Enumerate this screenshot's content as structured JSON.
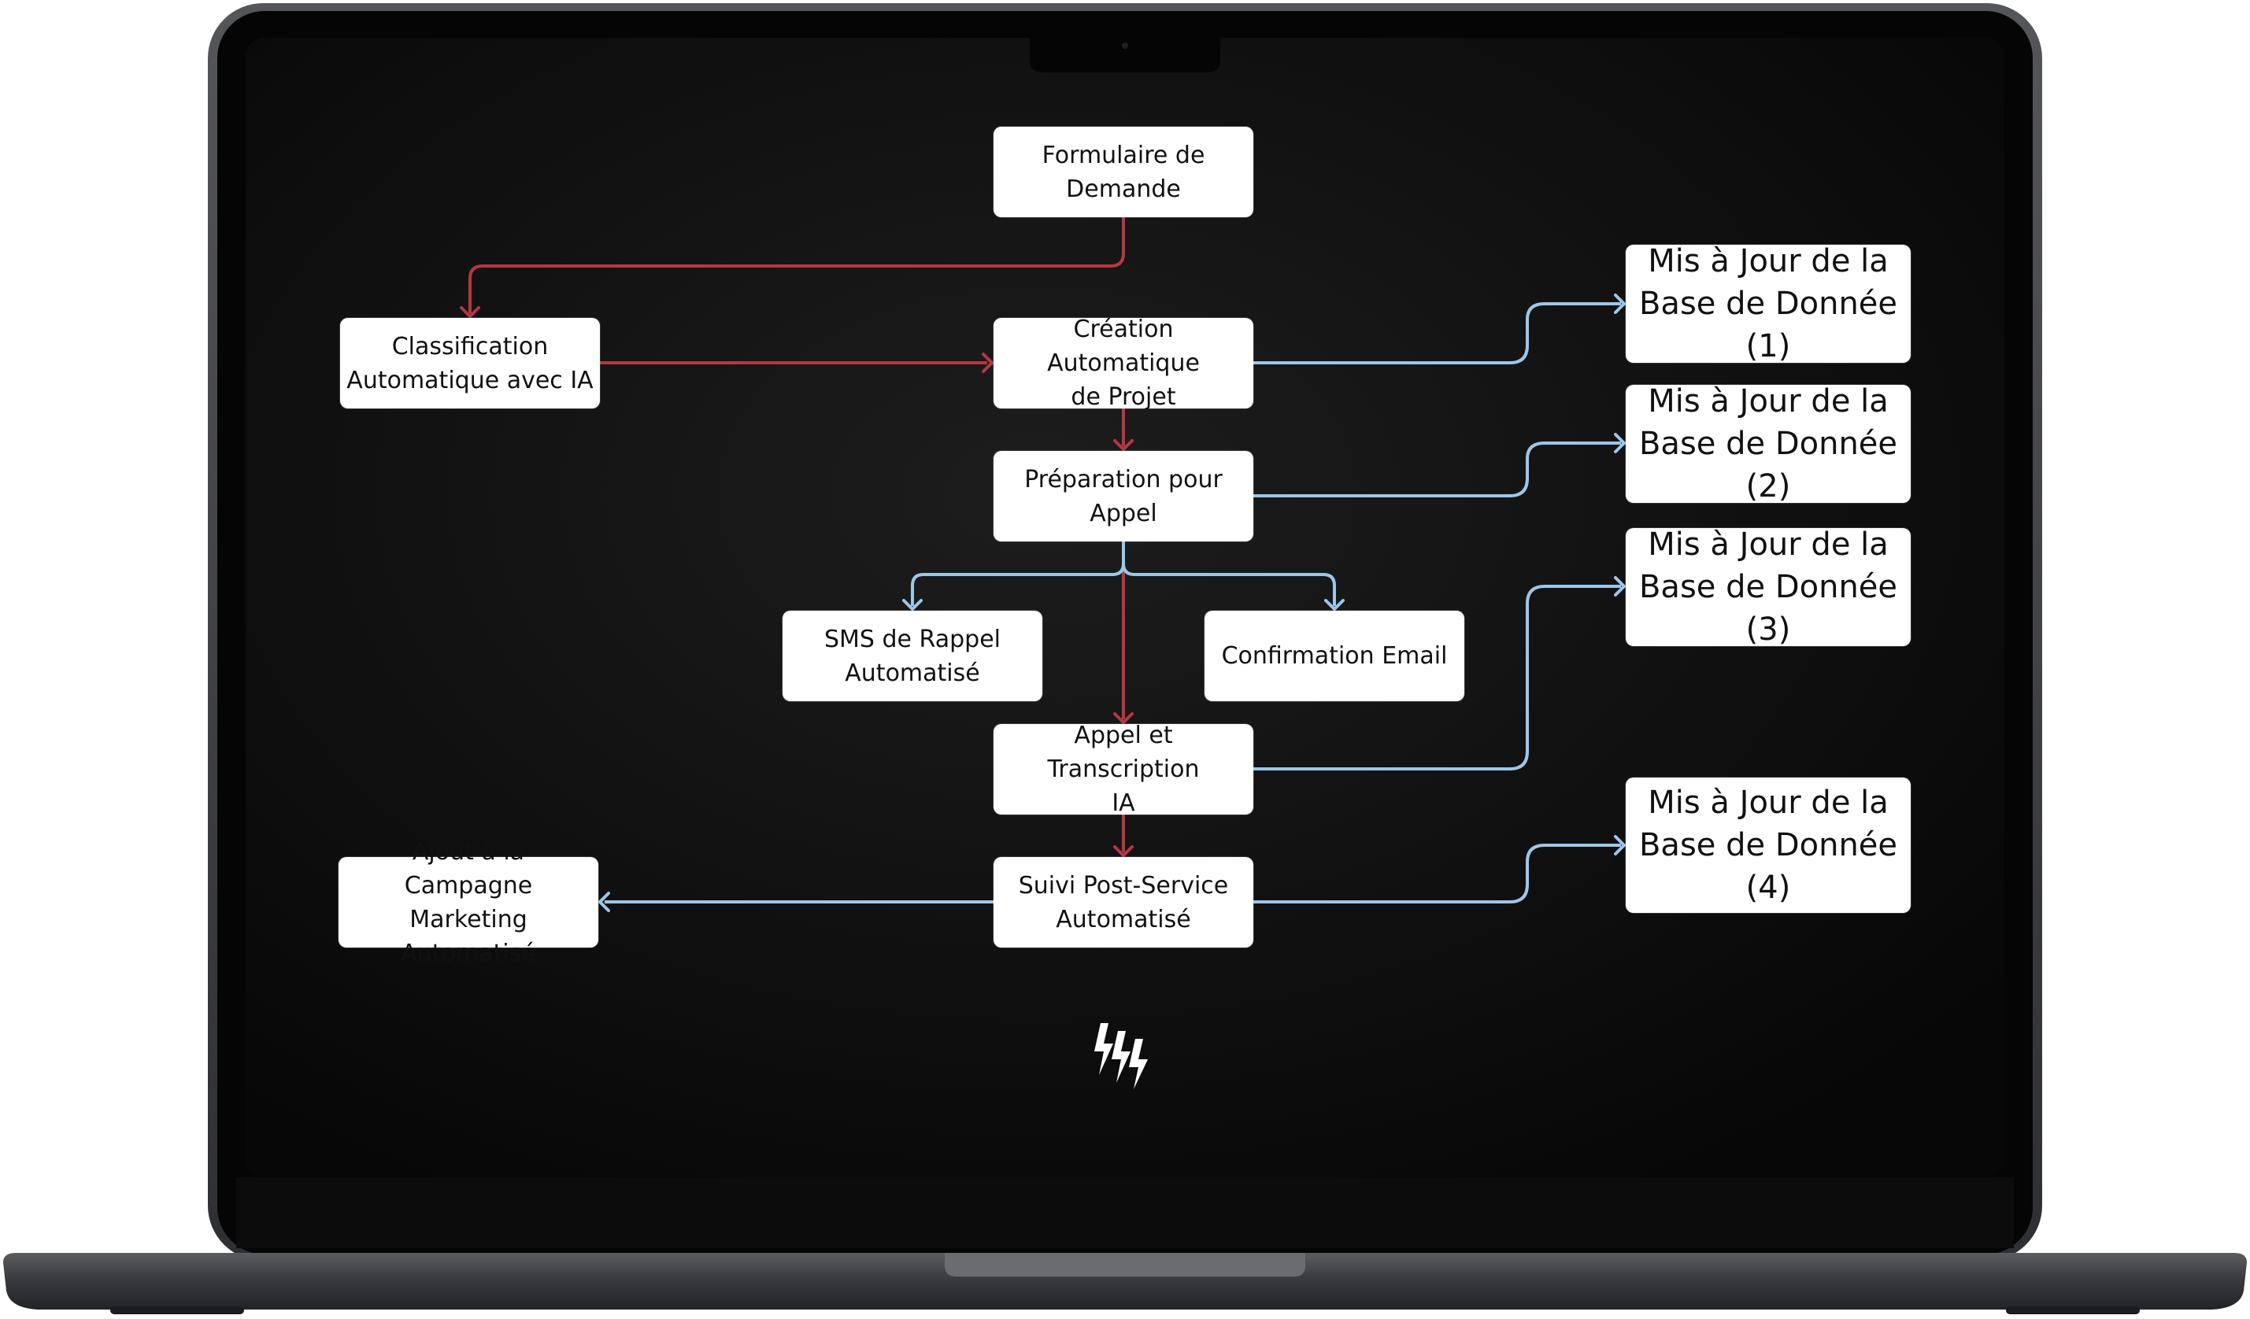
{
  "colors": {
    "flow_primary": "#b5383f",
    "flow_secondary": "#9bc7ea",
    "node_fill": "#ffffff",
    "screen": "#0b0b0b",
    "laptop_body": "#3b3c40"
  },
  "diagram": {
    "nodes": {
      "formulaire": "Formulaire de\nDemande",
      "classification": "Classification\nAutomatique avec IA",
      "creation": "Création Automatique\nde Projet",
      "preparation": "Préparation pour Appel",
      "sms": "SMS de Rappel\nAutomatisé",
      "email": "Confirmation Email",
      "appel": "Appel et Transcription\nIA",
      "suivi": "Suivi Post-Service\nAutomatisé",
      "campagne": "Ajout à la Campagne\nMarketing Automatisé",
      "db1": "Mis à Jour de la\nBase de Donnée (1)",
      "db2": "Mis à Jour de la\nBase de Donnée (2)",
      "db3": "Mis à Jour de la\nBase de Donnée (3)",
      "db4": "Mis à Jour de la\nBase de Donnée (4)"
    },
    "edges": [
      {
        "from": "formulaire",
        "to": "classification",
        "style": "primary"
      },
      {
        "from": "classification",
        "to": "creation",
        "style": "primary"
      },
      {
        "from": "creation",
        "to": "preparation",
        "style": "primary"
      },
      {
        "from": "preparation",
        "to": "appel",
        "style": "primary"
      },
      {
        "from": "appel",
        "to": "suivi",
        "style": "primary"
      },
      {
        "from": "preparation",
        "to": "sms",
        "style": "secondary"
      },
      {
        "from": "preparation",
        "to": "email",
        "style": "secondary"
      },
      {
        "from": "creation",
        "to": "db1",
        "style": "secondary"
      },
      {
        "from": "preparation",
        "to": "db2",
        "style": "secondary"
      },
      {
        "from": "appel",
        "to": "db3",
        "style": "secondary"
      },
      {
        "from": "suivi",
        "to": "db4",
        "style": "secondary"
      },
      {
        "from": "suivi",
        "to": "campagne",
        "style": "secondary"
      }
    ]
  },
  "logo": {
    "icon": "triple-lightning-bolt-logo"
  }
}
